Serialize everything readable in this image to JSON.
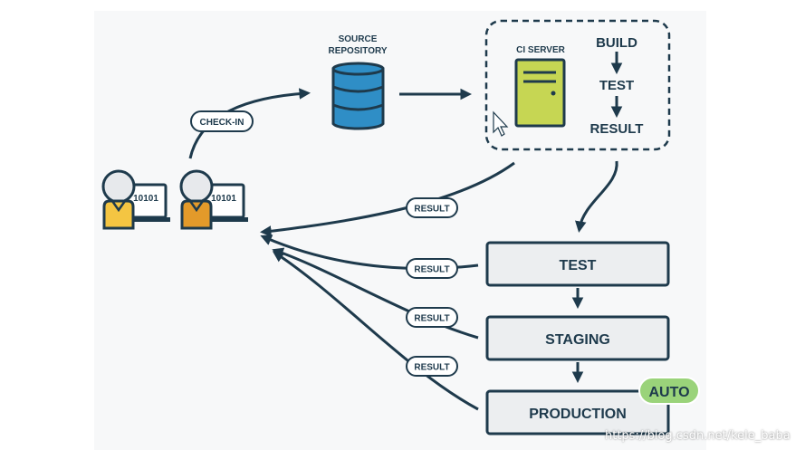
{
  "colors": {
    "ink": "#1e3a4c",
    "database": "#2f8ec6",
    "server": "#c6d653",
    "stage_box": "#eceef0",
    "auto_badge": "#9ad37a",
    "dev1_shirt": "#f4c542",
    "dev2_shirt": "#e39a2a",
    "background": "#f7f8f9"
  },
  "nodes": {
    "source_repository": {
      "line1": "SOURCE",
      "line2": "REPOSITORY",
      "icon": "database-icon"
    },
    "ci_server": {
      "label": "CI SERVER",
      "icon": "server-icon"
    },
    "ci_steps": [
      "BUILD",
      "TEST",
      "RESULT"
    ],
    "pipeline": [
      "TEST",
      "STAGING",
      "PRODUCTION"
    ],
    "auto_badge": "AUTO"
  },
  "developers": [
    {
      "screen_text": "10101",
      "icon": "developer-laptop-icon"
    },
    {
      "screen_text": "10101",
      "icon": "developer-laptop-icon"
    }
  ],
  "edges": {
    "check_in": "CHECK-IN",
    "result_ci": "RESULT",
    "result_test": "RESULT",
    "result_staging": "RESULT",
    "result_production": "RESULT"
  },
  "watermark": "https://blog.csdn.net/kele_baba"
}
